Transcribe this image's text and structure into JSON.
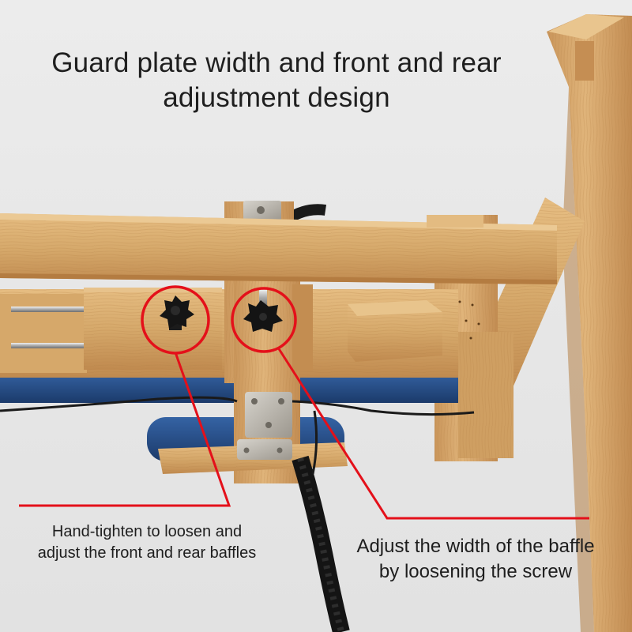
{
  "headline": {
    "line1": "Guard plate width and front and rear",
    "line2": "adjustment design"
  },
  "callouts": {
    "left": {
      "line1": "Hand-tighten to loosen and",
      "line2": "adjust the front and rear baffles"
    },
    "right": {
      "line1": "Adjust the width of the baffle",
      "line2": "by loosening the screw"
    }
  },
  "colors": {
    "background": "#ebebeb",
    "wood": "#d9ad6f",
    "wood_dark": "#b9854a",
    "annotation": "#e4101a",
    "pad_blue": "#23477e",
    "strap": "#1a1a1a",
    "knob": "#161616",
    "metal": "#b8b4ac",
    "text": "#1f1f1f"
  },
  "icons": {
    "knob_left": "star-knob-icon",
    "knob_right": "star-knob-icon",
    "screw": "screw-icon"
  }
}
